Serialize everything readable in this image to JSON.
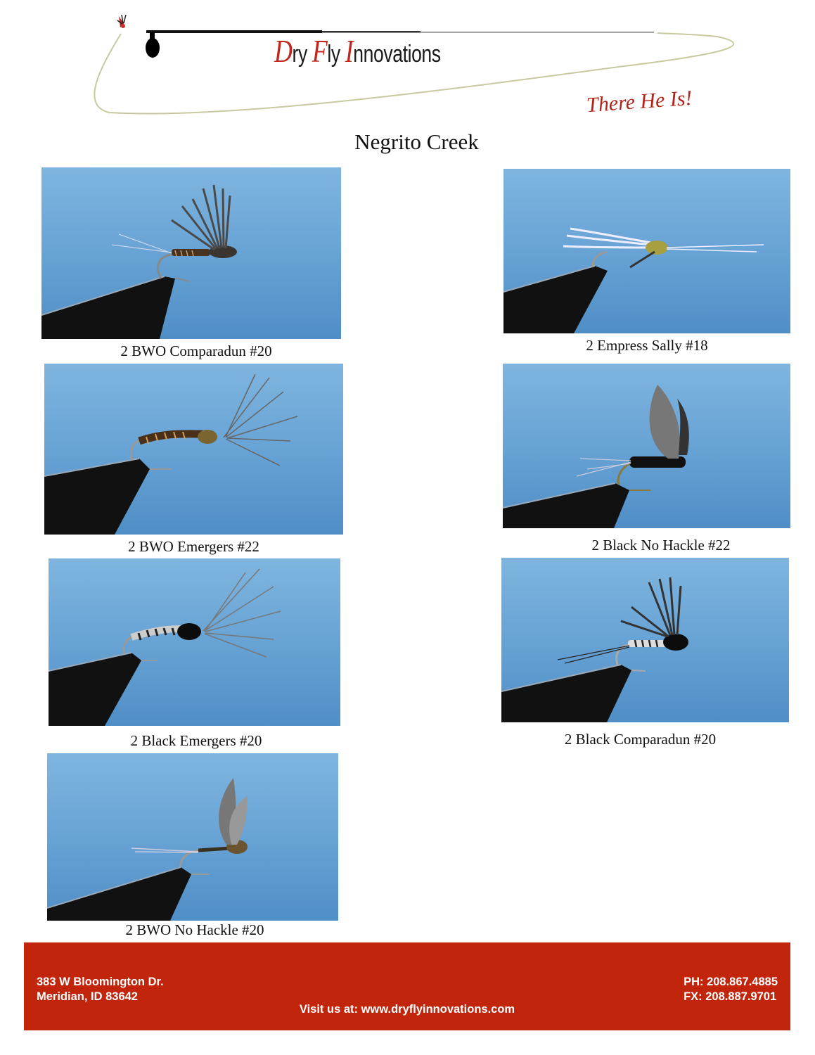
{
  "header": {
    "brand_parts": [
      {
        "cap": "D",
        "rest": "ry "
      },
      {
        "cap": "F",
        "rest": "ly "
      },
      {
        "cap": "I",
        "rest": "nnovations"
      }
    ],
    "tagline": "There He Is!",
    "brand_colors": {
      "red": "#c0271e",
      "dark": "#1a1a1a",
      "line": "#c9c9a0"
    }
  },
  "page_title": "Negrito Creek",
  "flies": [
    {
      "caption": "2 BWO Comparadun #20",
      "style": "comparadun-brown"
    },
    {
      "caption": "2 Empress Sally #18",
      "style": "sally"
    },
    {
      "caption": "2 BWO Emergers #22",
      "style": "emerger-brown"
    },
    {
      "caption": "2 Black No Hackle #22",
      "style": "nohackle-black"
    },
    {
      "caption": "2 Black Emergers #20",
      "style": "emerger-black"
    },
    {
      "caption": "2 Black Comparadun #20",
      "style": "comparadun-black"
    },
    {
      "caption": "2 BWO No Hackle  #20",
      "style": "nohackle-brown"
    }
  ],
  "footer": {
    "address_line1": "383 W Bloomington Dr.",
    "address_line2": "Meridian, ID 83642",
    "phone": "PH:  208.867.4885",
    "fax": "FX:   208.887.9701",
    "website": "Visit us at: www.dryflyinnovations.com",
    "background": "#c1260d"
  }
}
